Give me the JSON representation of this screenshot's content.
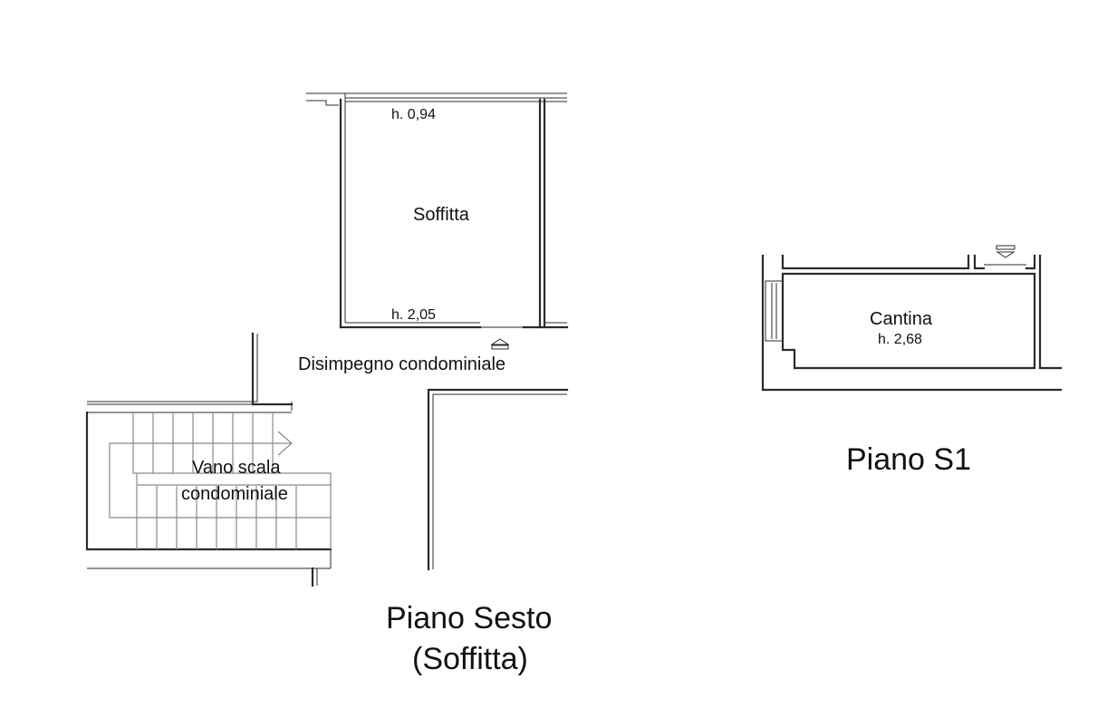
{
  "piano_sesto": {
    "title_line1": "Piano Sesto",
    "title_line2": "(Soffitta)",
    "soffitta": {
      "name": "Soffitta",
      "height_top": "h. 0,94",
      "height_bottom": "h. 2,05"
    },
    "disimpegno": "Disimpegno condominiale",
    "vano_scala": {
      "line1": "Vano scala",
      "line2": "condominiale"
    }
  },
  "piano_s1": {
    "title": "Piano S1",
    "cantina": {
      "name": "Cantina",
      "height": "h. 2,68"
    }
  }
}
